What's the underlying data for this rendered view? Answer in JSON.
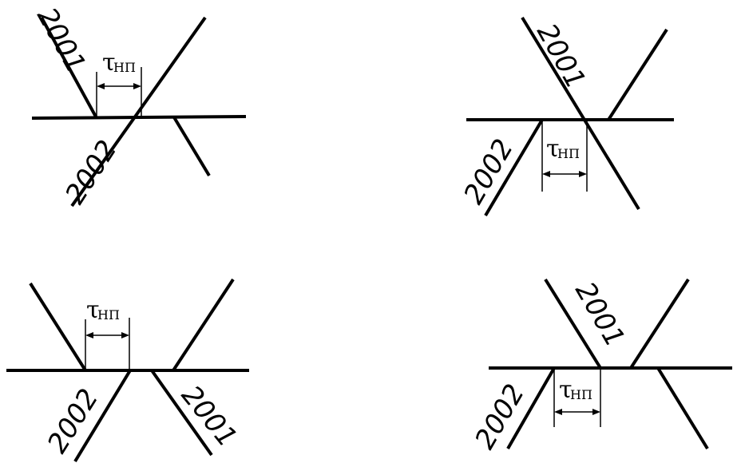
{
  "labels": {
    "train_odd": "2001",
    "train_even": "2002",
    "interval_symbol": "τ",
    "interval_subscript": "НП"
  }
}
